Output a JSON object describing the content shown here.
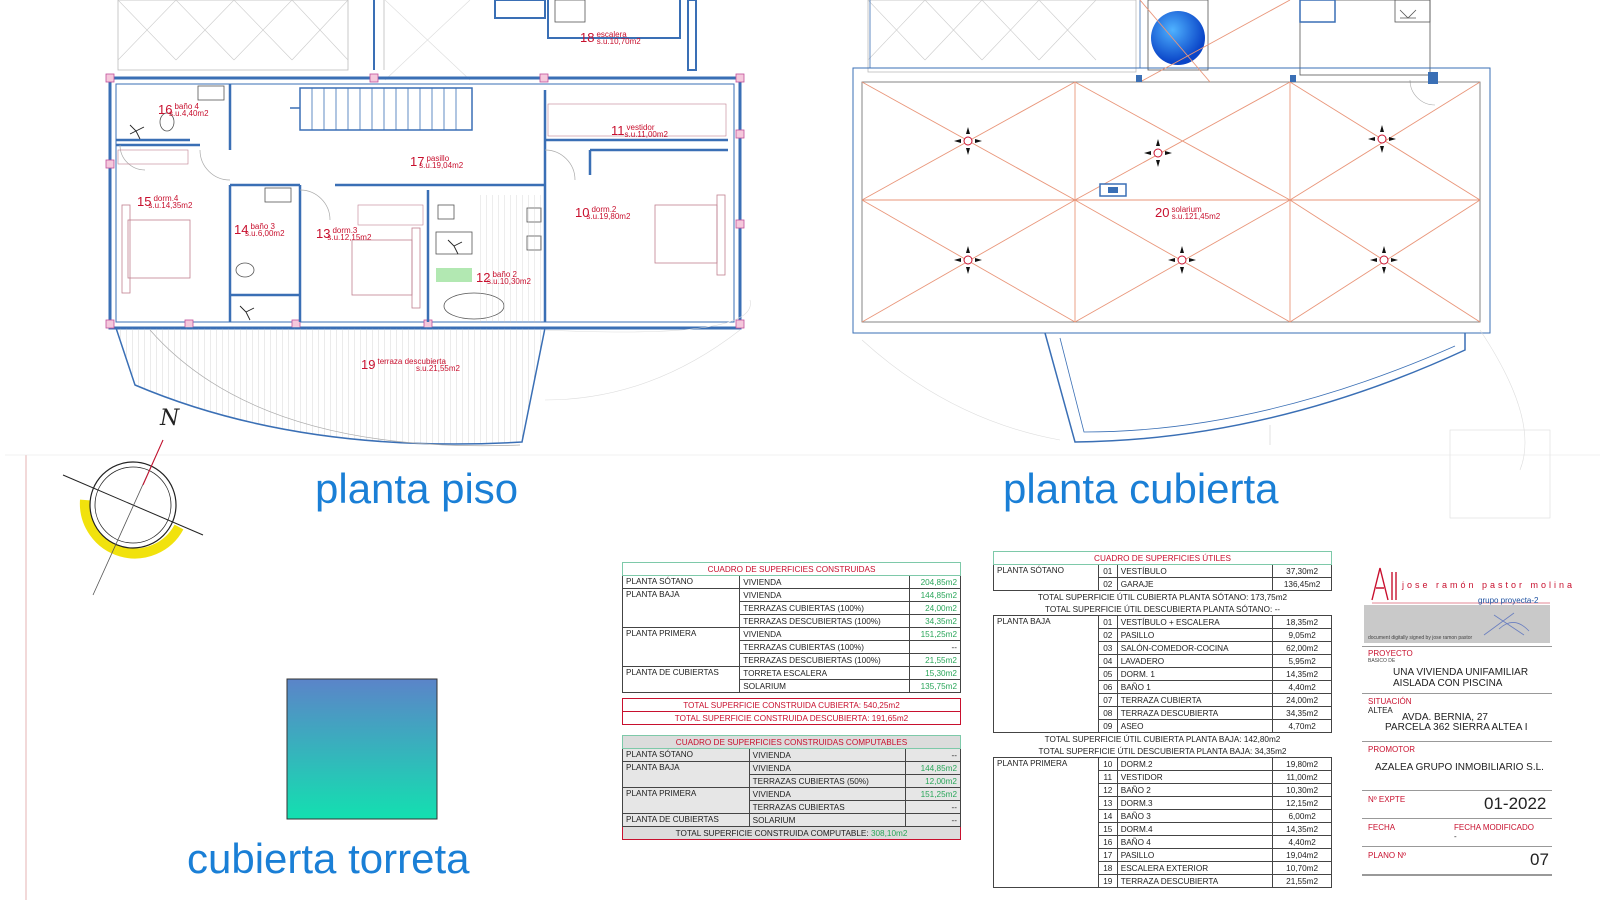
{
  "titles": {
    "planta_piso": "planta piso",
    "planta_cubierta": "planta cubierta",
    "cubierta_torreta": "cubierta torreta"
  },
  "north": "N",
  "rooms_piso": [
    {
      "num": "18",
      "name": "escalera",
      "area": "s.u.10,70m2"
    },
    {
      "num": "16",
      "name": "baño 4",
      "area": "s.u.4,40m2"
    },
    {
      "num": "11",
      "name": "vestidor",
      "area": "s.u.11,00m2"
    },
    {
      "num": "17",
      "name": "pasillo",
      "area": "s.u.19,04m2"
    },
    {
      "num": "15",
      "name": "dorm.4",
      "area": "s.u.14,35m2"
    },
    {
      "num": "14",
      "name": "baño 3",
      "area": "s.u.6,00m2"
    },
    {
      "num": "13",
      "name": "dorm.3",
      "area": "s.u.12,15m2"
    },
    {
      "num": "10",
      "name": "dorm.2",
      "area": "s.u.19,80m2"
    },
    {
      "num": "12",
      "name": "baño 2",
      "area": "s.u.10,30m2"
    },
    {
      "num": "19",
      "name": "terraza descubierta",
      "area": "s.u.21,55m2"
    }
  ],
  "rooms_cubierta": [
    {
      "num": "20",
      "name": "solarium",
      "area": "s.u.121,45m2"
    }
  ],
  "construidas": {
    "header": "CUADRO DE SUPERFICIES CONSTRUIDAS",
    "groups": [
      {
        "name": "PLANTA SÓTANO",
        "rows": [
          [
            "VIVIENDA",
            "204,85m2"
          ]
        ]
      },
      {
        "name": "PLANTA BAJA",
        "rows": [
          [
            "VIVIENDA",
            "144,85m2"
          ],
          [
            "TERRAZAS CUBIERTAS (100%)",
            "24,00m2"
          ],
          [
            "TERRAZAS DESCUBIERTAS (100%)",
            "34,35m2"
          ]
        ]
      },
      {
        "name": "PLANTA PRIMERA",
        "rows": [
          [
            "VIVIENDA",
            "151,25m2"
          ],
          [
            "TERRAZAS CUBIERTAS (100%)",
            "--"
          ],
          [
            "TERRAZAS DESCUBIERTAS (100%)",
            "21,55m2"
          ]
        ]
      },
      {
        "name": "PLANTA DE CUBIERTAS",
        "rows": [
          [
            "TORRETA ESCALERA",
            "15,30m2"
          ],
          [
            "SOLARIUM",
            "135,75m2"
          ]
        ]
      }
    ],
    "total_cubierta": "TOTAL SUPERFICIE CONSTRUIDA CUBIERTA: 540,25m2",
    "total_descubierta": "TOTAL SUPERFICIE CONSTRUIDA DESCUBIERTA: 191,65m2"
  },
  "computables": {
    "header": "CUADRO DE SUPERFICIES CONSTRUIDAS COMPUTABLES",
    "groups": [
      {
        "name": "PLANTA SÓTANO",
        "rows": [
          [
            "VIVIENDA",
            "--"
          ]
        ]
      },
      {
        "name": "PLANTA BAJA",
        "rows": [
          [
            "VIVIENDA",
            "144,85m2"
          ],
          [
            "TERRAZAS CUBIERTAS (50%)",
            "12,00m2"
          ]
        ]
      },
      {
        "name": "PLANTA PRIMERA",
        "rows": [
          [
            "VIVIENDA",
            "151,25m2"
          ],
          [
            "TERRAZAS CUBIERTAS",
            "--"
          ]
        ]
      },
      {
        "name": "PLANTA DE CUBIERTAS",
        "rows": [
          [
            "SOLARIUM",
            "--"
          ]
        ]
      }
    ],
    "total_label": "TOTAL SUPERFICIE CONSTRUIDA COMPUTABLE: ",
    "total_value": "308,10m2"
  },
  "utiles": {
    "header": "CUADRO DE SUPERFICIES ÚTILES",
    "sotano": {
      "name": "PLANTA SÓTANO",
      "rows": [
        [
          "01",
          "VESTÍBULO",
          "37,30m2"
        ],
        [
          "02",
          "GARAJE",
          "136,45m2"
        ]
      ]
    },
    "sotano_tot_cub": "TOTAL SUPERFICIE ÚTIL CUBIERTA PLANTA SÓTANO:",
    "sotano_tot_cub_val": "173,75m2",
    "sotano_tot_desc": "TOTAL SUPERFICIE ÚTIL DESCUBIERTA PLANTA SÓTANO:",
    "sotano_tot_desc_val": "--",
    "baja": {
      "name": "PLANTA BAJA",
      "rows": [
        [
          "01",
          "VESTÍBULO + ESCALERA",
          "18,35m2"
        ],
        [
          "02",
          "PASILLO",
          "9,05m2"
        ],
        [
          "03",
          "SALÓN-COMEDOR-COCINA",
          "62,00m2"
        ],
        [
          "04",
          "LAVADERO",
          "5,95m2"
        ],
        [
          "05",
          "DORM. 1",
          "14,35m2"
        ],
        [
          "06",
          "BAÑO 1",
          "4,40m2"
        ],
        [
          "07",
          "TERRAZA CUBIERTA",
          "24,00m2"
        ],
        [
          "08",
          "TERRAZA DESCUBIERTA",
          "34,35m2"
        ],
        [
          "09",
          "ASEO",
          "4,70m2"
        ]
      ]
    },
    "baja_tot_cub": "TOTAL SUPERFICIE ÚTIL CUBIERTA PLANTA BAJA:",
    "baja_tot_cub_val": "142,80m2",
    "baja_tot_desc": "TOTAL SUPERFICIE ÚTIL DESCUBIERTA PLANTA BAJA:",
    "baja_tot_desc_val": "34,35m2",
    "primera": {
      "name": "PLANTA PRIMERA",
      "rows": [
        [
          "10",
          "DORM.2",
          "19,80m2"
        ],
        [
          "11",
          "VESTIDOR",
          "11,00m2"
        ],
        [
          "12",
          "BAÑO 2",
          "10,30m2"
        ],
        [
          "13",
          "DORM.3",
          "12,15m2"
        ],
        [
          "14",
          "BAÑO 3",
          "6,00m2"
        ],
        [
          "15",
          "DORM.4",
          "14,35m2"
        ],
        [
          "16",
          "BAÑO 4",
          "4,40m2"
        ],
        [
          "17",
          "PASILLO",
          "19,04m2"
        ],
        [
          "18",
          "ESCALERA EXTERIOR",
          "10,70m2"
        ],
        [
          "19",
          "TERRAZA DESCUBIERTA",
          "21,55m2"
        ]
      ]
    }
  },
  "titleblock": {
    "logo_text": "jose ramón pastor molina",
    "logo_sub": "grupo proyecta-2",
    "signed": "document digitally signed by jose ramon pastor",
    "proyecto_label": "PROYECTO",
    "proyecto_sub": "BASICO DE",
    "proyecto_l1": "UNA VIVIENDA UNIFAMILIAR",
    "proyecto_l2": "AISLADA CON PISCINA",
    "situacion_label": "SITUACIÓN",
    "situacion_sub": "ALTEA",
    "situacion_l1": "AVDA. BERNIA, 27",
    "situacion_l2": "PARCELA 362 SIERRA ALTEA I",
    "promotor_label": "PROMOTOR",
    "promotor": "AZALEA GRUPO INMOBILIARIO S.L.",
    "expte_label": "Nº EXPTE",
    "expte": "01-2022",
    "fecha_label": "FECHA",
    "fecha_mod_label": "FECHA MODIFICADO",
    "fecha_mod": "-",
    "plano_label": "PLANO Nº",
    "plano": "07"
  },
  "colors": {
    "title_blue": "#1a7fd6",
    "room_red": "#c8102e",
    "wall_blue": "#3a6fb5",
    "roof_line": "#e9967a"
  }
}
